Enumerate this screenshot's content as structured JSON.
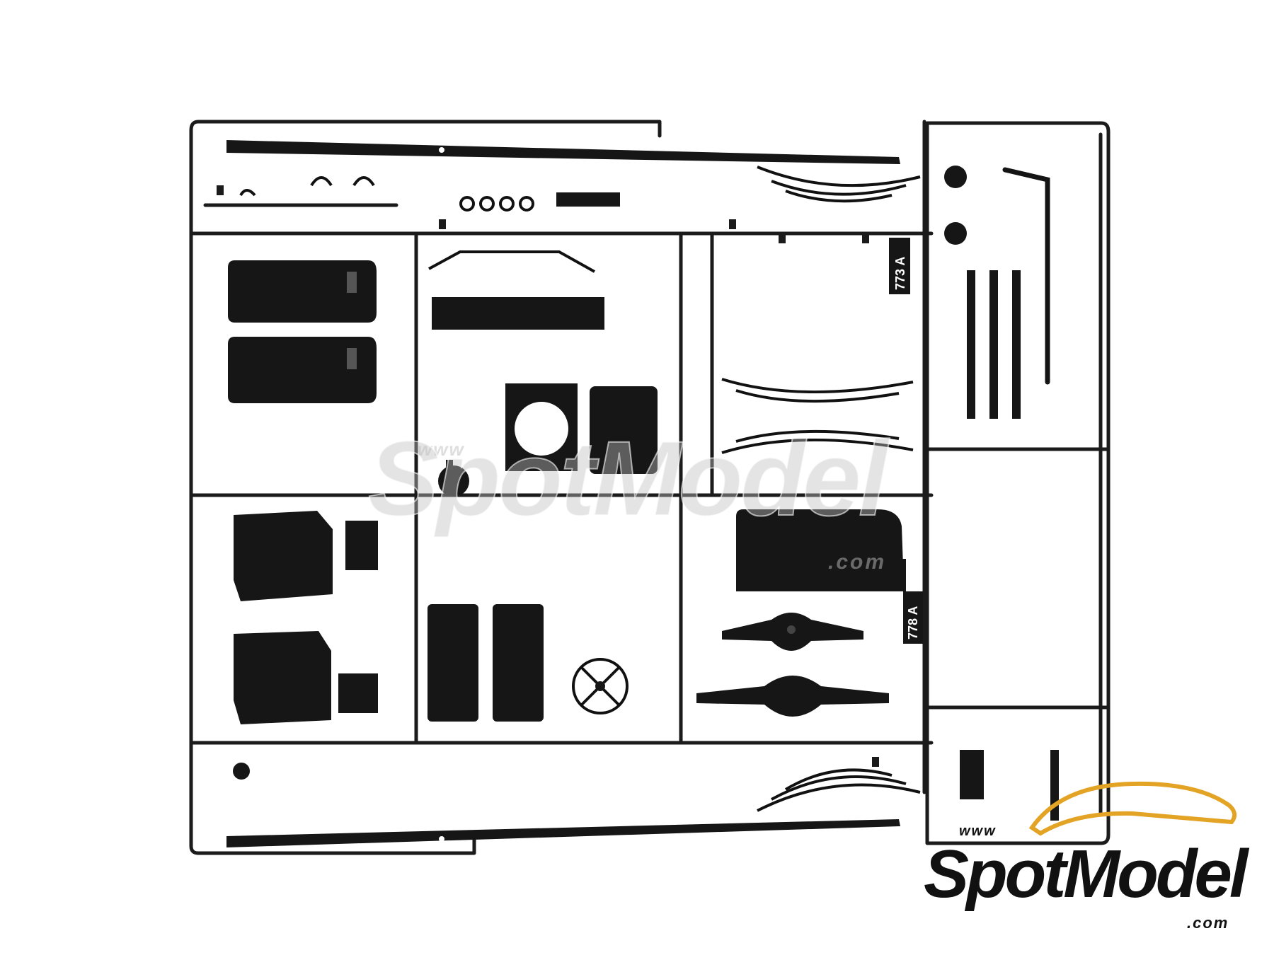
{
  "watermark": {
    "www": "www",
    "brand": "SpotModel",
    "com": ".com"
  },
  "logo": {
    "www": "www",
    "brand": "SpotModel",
    "com": ".com",
    "swoosh_color": "#e3a324"
  },
  "sprue_codes": {
    "upper": "773 A",
    "lower": "778 A"
  },
  "colors": {
    "plastic": "#161616",
    "background": "#ffffff"
  }
}
